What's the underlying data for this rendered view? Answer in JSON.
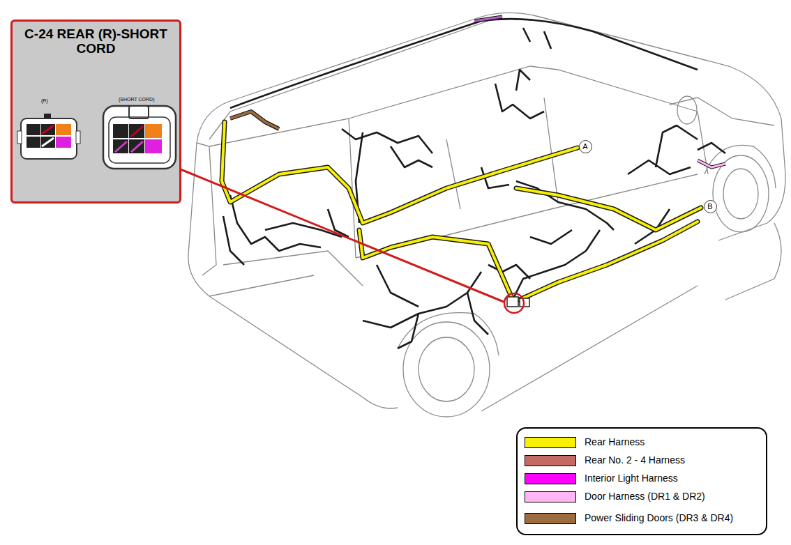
{
  "diagram": {
    "nodes": [
      {
        "text": [
          "C-24 REAR (R)-SHORT CORD"
        ]
      },
      {
        "text": [
          "A"
        ]
      },
      {
        "text": [
          "B"
        ]
      }
    ],
    "labels": [
      "(R)",
      "(SHORT CORD)"
    ],
    "legend": [
      {
        "text": "Rear Harness",
        "color": "#f7f000"
      },
      {
        "text": "Rear No. 2 - 4 Harness",
        "color": "#c46a63"
      },
      {
        "text": "Interior Light Harness",
        "color": "#ff00ff"
      },
      {
        "text": "Door Harness (DR1 & DR2)",
        "color": "#ffb6f2"
      },
      {
        "text": "Power Sliding Doors (DR3 & DR4)",
        "color": "#9c6b3e"
      }
    ]
  }
}
